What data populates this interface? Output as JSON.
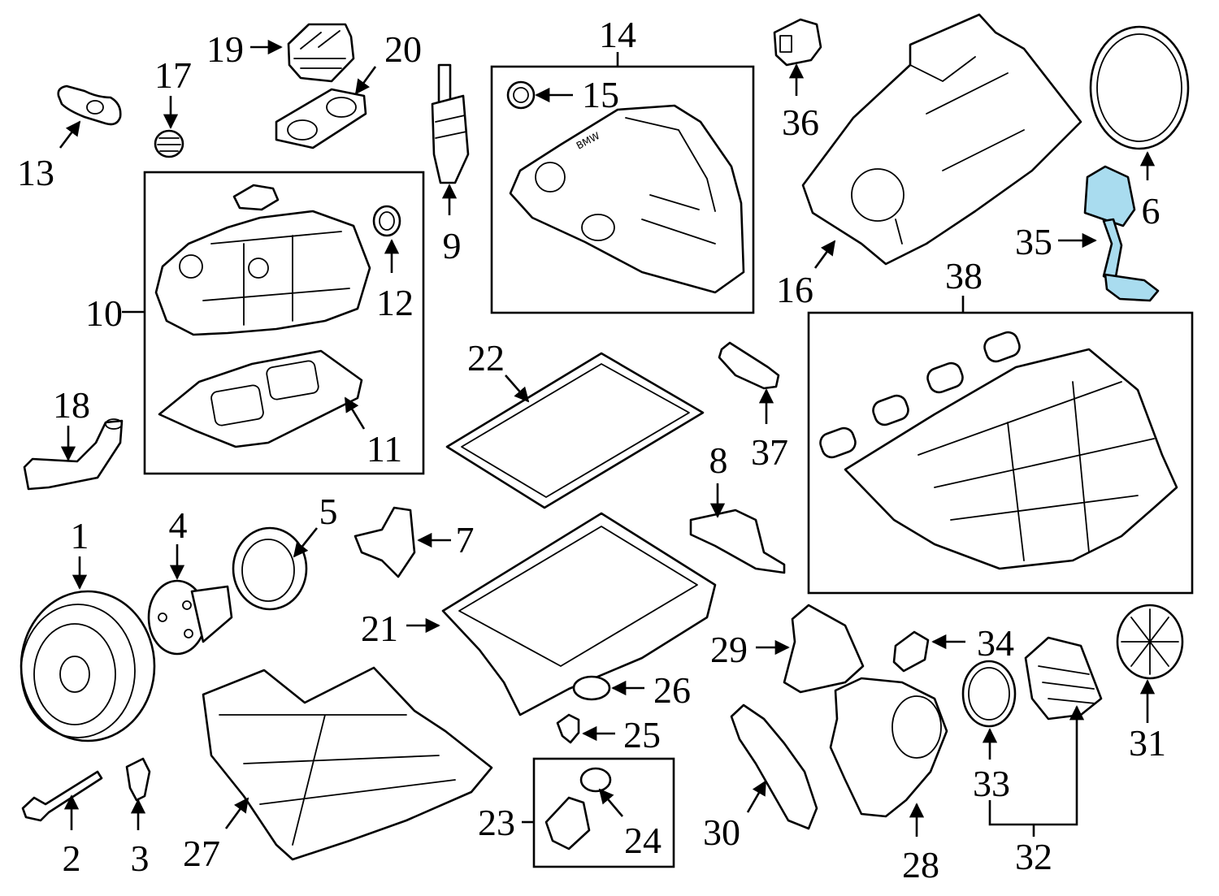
{
  "highlight_color": "#a9dcef",
  "logo_text": "BMW",
  "callouts": {
    "c1": "1",
    "c2": "2",
    "c3": "3",
    "c4": "4",
    "c5": "5",
    "c6": "6",
    "c7": "7",
    "c8": "8",
    "c9": "9",
    "c10": "10",
    "c11": "11",
    "c12": "12",
    "c13": "13",
    "c14": "14",
    "c15": "15",
    "c16": "16",
    "c17": "17",
    "c18": "18",
    "c19": "19",
    "c20": "20",
    "c21": "21",
    "c22": "22",
    "c23": "23",
    "c24": "24",
    "c25": "25",
    "c26": "26",
    "c27": "27",
    "c28": "28",
    "c29": "29",
    "c30": "30",
    "c31": "31",
    "c32": "32",
    "c33": "33",
    "c34": "34",
    "c35": "35",
    "c36": "36",
    "c37": "37",
    "c38": "38"
  }
}
